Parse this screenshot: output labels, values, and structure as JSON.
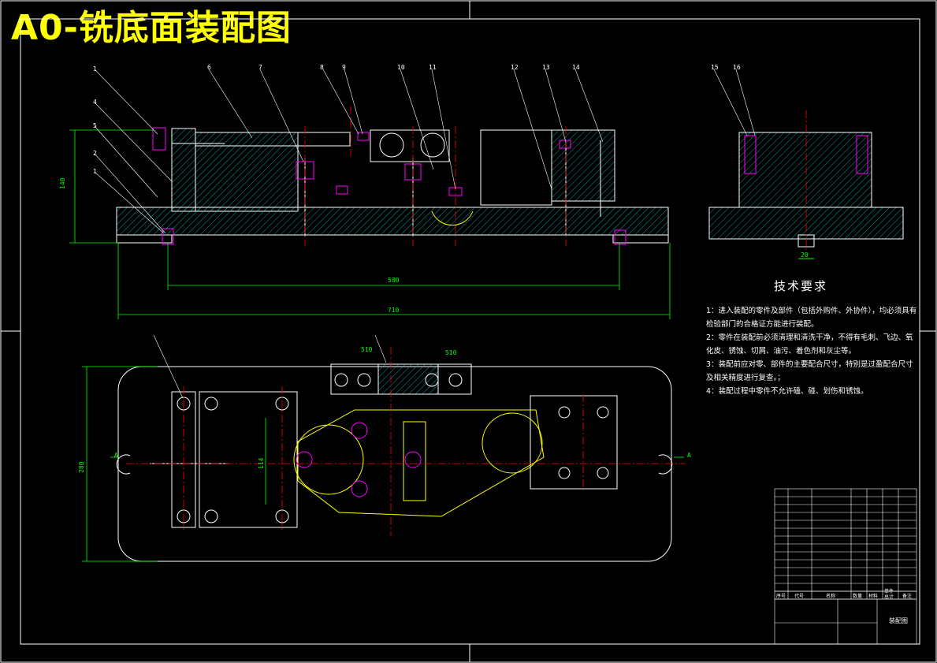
{
  "title": "A0-铣底面装配图",
  "front_view": {
    "dims": {
      "height": "140",
      "inner_length": "580",
      "overall_length": "710"
    }
  },
  "side_view": {
    "dim": "20"
  },
  "top_view": {
    "dims": {
      "width": "280",
      "inner": "114",
      "a": "510",
      "b": "510"
    },
    "section_mark": "A"
  },
  "leaders": [
    "1",
    "4",
    "5",
    "2",
    "1",
    "6",
    "7",
    "8",
    "9",
    "10",
    "11",
    "12",
    "13",
    "14",
    "15",
    "16"
  ],
  "technical_requirements": {
    "heading": "技术要求",
    "items": [
      "1：进入装配的零件及部件（包括外购件、外协件），均必须具有检验部门的合格证方能进行装配。",
      "2：零件在装配前必须清理和清洗干净，不得有毛刺、飞边、氧化皮、锈蚀、切屑、油污、着色剂和灰尘等。",
      "3：装配前应对零、部件的主要配合尺寸，特别是过盈配合尺寸及相关精度进行复查。；",
      "4：装配过程中零件不允许磕、碰、划伤和锈蚀。"
    ]
  },
  "title_block": {
    "drawing_name": "装配图",
    "header_labels": [
      "序号",
      "代号",
      "名称",
      "数量",
      "材料",
      "单件",
      "总计",
      "备注"
    ]
  },
  "colors": {
    "background": "#000000",
    "title": "#ffff00",
    "outline": "#ffffff",
    "hatch": "#00ffff",
    "dimension": "#00ff00",
    "centerline": "#ff0000",
    "part": "#ffff00",
    "bolt": "#ff00ff"
  }
}
